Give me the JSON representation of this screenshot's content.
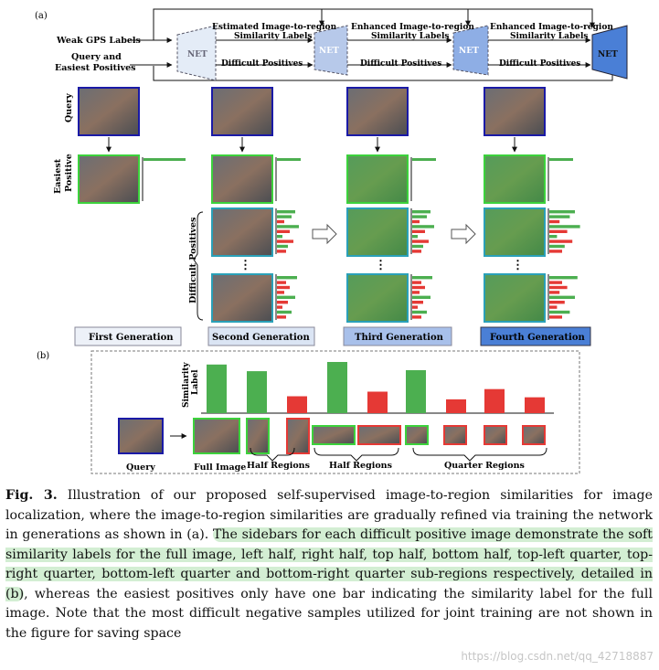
{
  "panel_a": {
    "label": "(a)",
    "inputs": [
      "Weak GPS Labels",
      "Query and",
      "Easiest Positives"
    ],
    "net_label": "NET",
    "arrow_top_labels": [
      [
        "Estimated Image-to-region",
        "Similarity Labels"
      ],
      [
        "Enhanced Image-to-region",
        "Similarity Labels"
      ],
      [
        "Enhanced Image-to-region",
        "Similarity Labels"
      ]
    ],
    "difficult_positives_label": "Difficult Positives",
    "row_labels": {
      "query": "Query",
      "easiest_a": "Easiest",
      "easiest_b": "Positive",
      "difficult": "Difficult Positives"
    },
    "ellipsis": "⋮",
    "generations": [
      "First Generation",
      "Second Generation",
      "Third Generation",
      "Fourth Generation"
    ],
    "colors": {
      "net1": "#e4ecf7",
      "net2": "#b7c9ea",
      "net3": "#8eaee5",
      "net4": "#4a7fd6",
      "green": "#4caf50",
      "red": "#e53935",
      "query_border": "#1a1aa6",
      "pos_border": "#3cd23c",
      "dp_border": "#2aa0b8"
    }
  },
  "panel_b": {
    "label": "(b)",
    "axis_label_a": "Similarity",
    "axis_label_b": "Label",
    "captions": [
      "Query",
      "Full Image",
      "Half Regions",
      "Half Regions",
      "Quarter Regions"
    ],
    "bars": [
      {
        "value": 0.95,
        "color": "green"
      },
      {
        "value": 0.82,
        "color": "green"
      },
      {
        "value": 0.33,
        "color": "red"
      },
      {
        "value": 1.0,
        "color": "green"
      },
      {
        "value": 0.42,
        "color": "red"
      },
      {
        "value": 0.84,
        "color": "green"
      },
      {
        "value": 0.27,
        "color": "red"
      },
      {
        "value": 0.47,
        "color": "red"
      },
      {
        "value": 0.31,
        "color": "red"
      }
    ]
  },
  "caption": {
    "label": "Fig. 3.",
    "text_a": " Illustration of our proposed self-supervised image-to-region similarities for image localization, where the image-to-region similarities are gradually refined via training the network in generations as shown in (a). ",
    "text_hl": "The sidebars for each difficult positive image demonstrate the soft similarity labels for the full image, left half, right half, top half, bottom half, top-left quarter, top-right quarter, bottom-left quarter and bottom-right quarter sub-regions respectively, detailed in (b)",
    "text_b": ", whereas the easiest positives only have one bar indicating the similarity label for the full image. Note that the most difficult negative samples utilized for joint training are not shown in the figure for saving space"
  },
  "watermark": "https://blog.csdn.net/qq_42718887"
}
